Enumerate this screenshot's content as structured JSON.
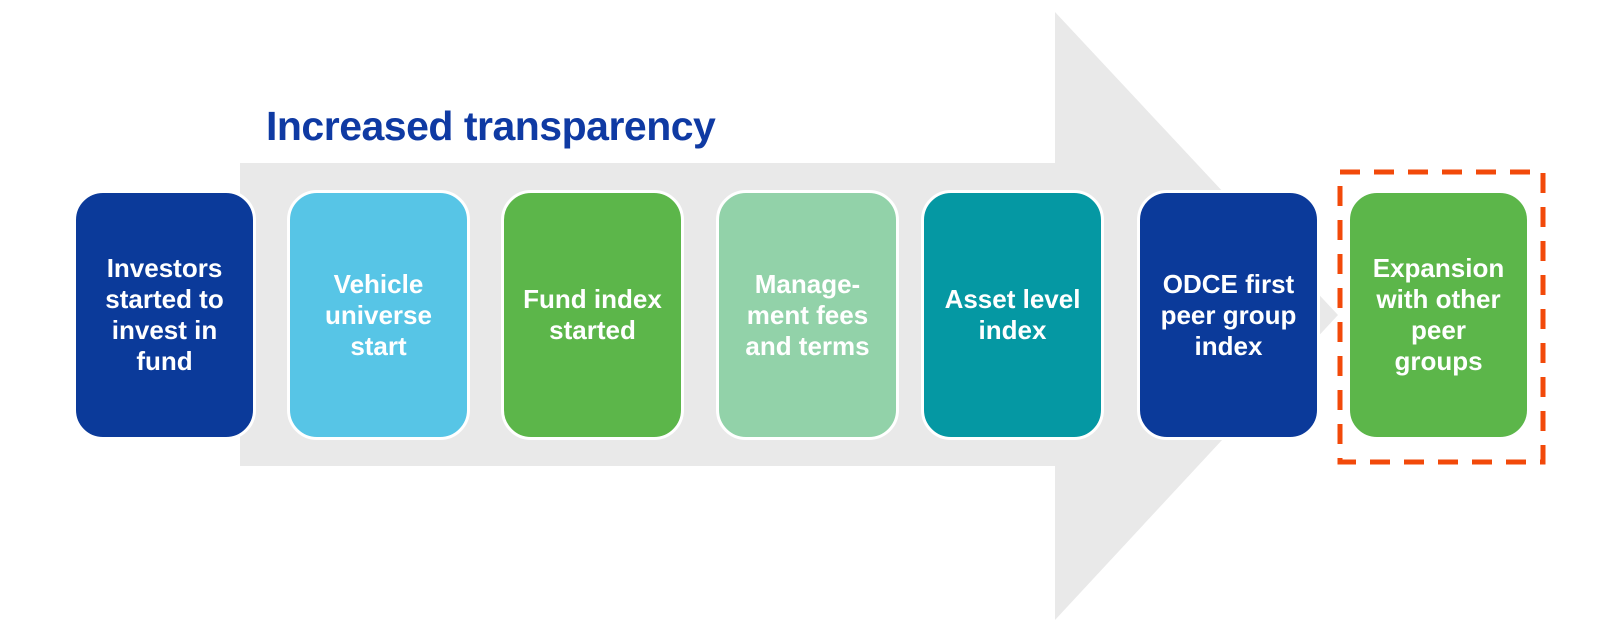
{
  "title": {
    "text": "Increased transparency",
    "color": "#0f3aa3"
  },
  "arrow": {
    "name": "increased-transparency-timeline-arrow",
    "color": "#e9e9e9"
  },
  "highlight": {
    "color": "#f2490a",
    "style": "dashed"
  },
  "steps": [
    {
      "text": "Investors\nstarted to\ninvest in\nfund",
      "color": "#0b3a9a",
      "highlighted": false
    },
    {
      "text": "Vehicle\nuniverse\nstart",
      "color": "#57c5e6",
      "highlighted": false
    },
    {
      "text": "Fund index\nstarted",
      "color": "#5cb64a",
      "highlighted": false
    },
    {
      "text": "Manage-\nment fees\nand terms",
      "color": "#92d2a9",
      "highlighted": false
    },
    {
      "text": "Asset level\nindex",
      "color": "#0598a3",
      "highlighted": false
    },
    {
      "text": "ODCE first\npeer group\nindex",
      "color": "#0b3a9a",
      "highlighted": false
    },
    {
      "text": "Expansion\nwith other\npeer\ngroups",
      "color": "#5cb64a",
      "highlighted": true
    }
  ]
}
